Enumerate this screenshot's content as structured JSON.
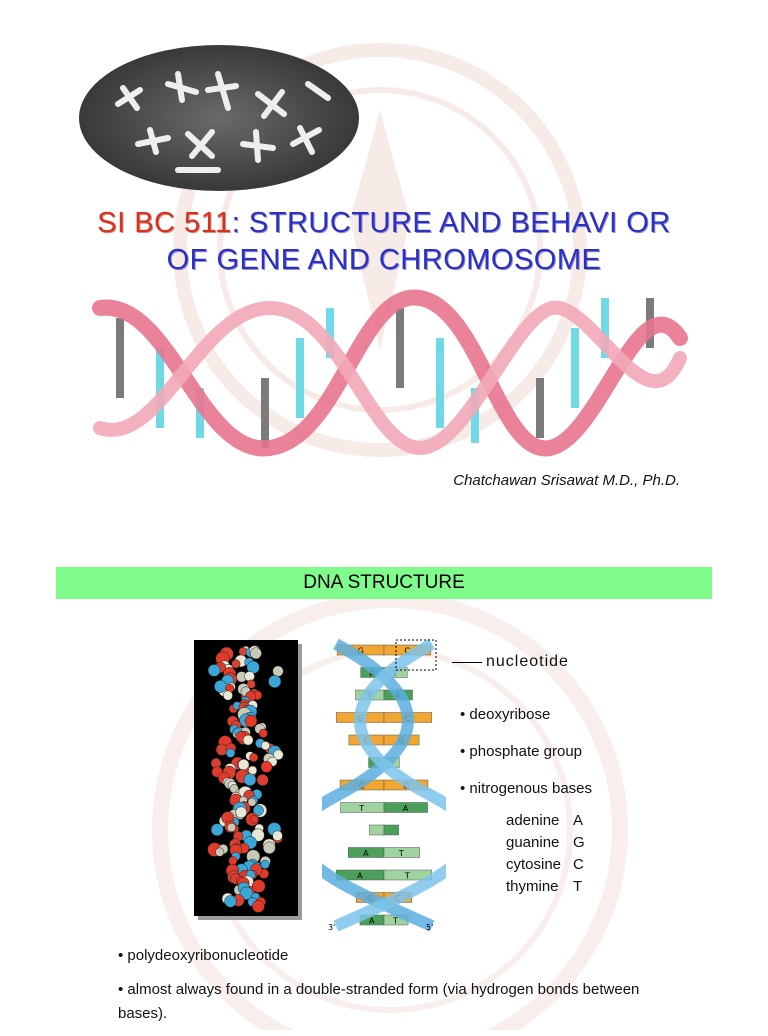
{
  "slide1": {
    "title_code": "SI BC 511",
    "title_rest": ": STRUCTURE AND BEHAVI OR",
    "title_line2": "OF GENE AND CHROMOSOME",
    "author": "Chatchawan Srisawat M.D., Ph.D."
  },
  "slide2": {
    "section_title": "DNA STRUCTURE",
    "nucleotide_label": "nucleotide",
    "bullets": [
      "• deoxyribose",
      "• phosphate group",
      "• nitrogenous bases"
    ],
    "bases": [
      {
        "name": "adenine",
        "letter": "A"
      },
      {
        "name": "guanine",
        "letter": "G"
      },
      {
        "name": "cytosine",
        "letter": "C"
      },
      {
        "name": "thymine",
        "letter": "T"
      }
    ],
    "diagram": {
      "end_left": "3'",
      "end_right": "5'",
      "pairs": [
        [
          "G",
          "C"
        ],
        [
          "A",
          "T"
        ],
        [
          "T",
          "A"
        ],
        [
          "G",
          "C"
        ],
        [
          "C",
          "G"
        ],
        [
          "A",
          "T"
        ],
        [
          "C",
          "G"
        ],
        [
          "T",
          "A"
        ],
        [
          "T",
          "A"
        ],
        [
          "A",
          "T"
        ],
        [
          "A",
          "T"
        ],
        [
          "G",
          "C"
        ],
        [
          "A",
          "T"
        ]
      ]
    },
    "bottom_points": [
      "• polydeoxyribonucleotide",
      "• almost always found in a double-stranded form (via hydrogen bonds between bases)."
    ]
  },
  "colors": {
    "title_blue": "#2b2fc4",
    "title_red": "#d8321e",
    "section_green": "#7ffc8c",
    "helix_pink": "#e8748f",
    "strand_blue": "#5aaee0"
  }
}
